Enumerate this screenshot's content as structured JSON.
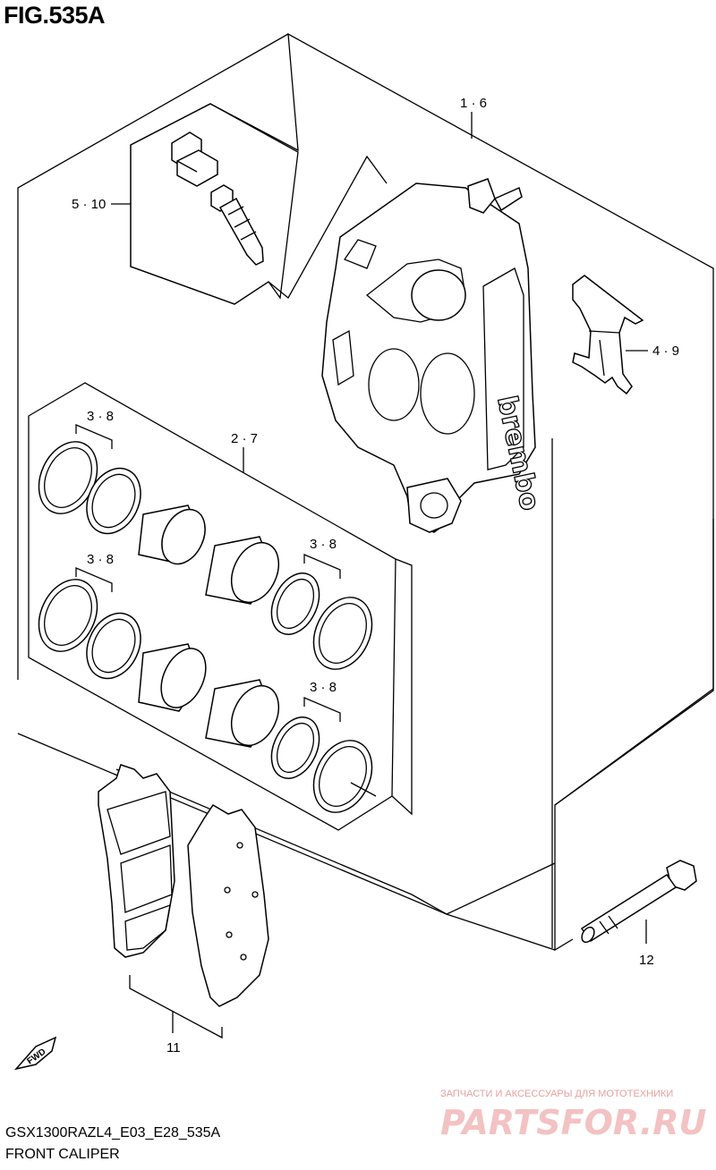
{
  "figure": {
    "title": "FIG.535A",
    "model_code": "GSX1300RAZL4_E03_E28_535A",
    "name": "FRONT CALIPER"
  },
  "callouts": {
    "caliper_assy": "1 · 6",
    "bleeder_set": "5 · 10",
    "pad_spring": "4 · 9",
    "piston_set": "2 · 7",
    "seal_a": "3 · 8",
    "seal_b": "3 · 8",
    "seal_c": "3 · 8",
    "seal_d": "3 · 8",
    "pads": "11",
    "bolt": "12"
  },
  "caliper_brand": "brembo",
  "fwd_label": "FWD",
  "watermark": {
    "tagline": "ЗАПЧАСТИ И АКСЕССУАРЫ ДЛЯ МОТОТЕХНИКИ",
    "logo": "PARTSFOR.RU"
  }
}
